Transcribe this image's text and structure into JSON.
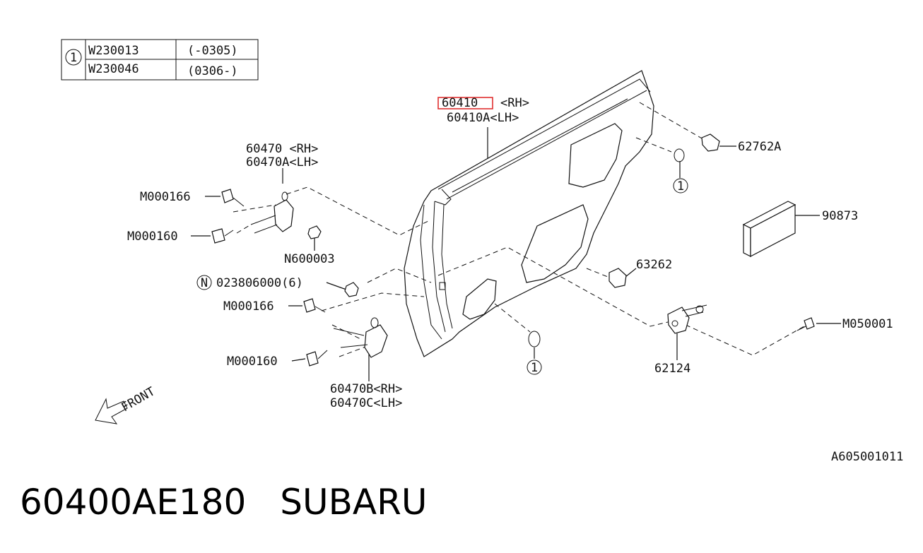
{
  "applicability_table": {
    "marker": "1",
    "rows": [
      {
        "code": "W230013",
        "range": "(-0305)"
      },
      {
        "code": "W230046",
        "range": "(0306-)"
      }
    ]
  },
  "callouts": {
    "door_panel_rh": "60410",
    "door_panel_rh_side": "<RH>",
    "door_panel_lh": "60410A<LH>",
    "hinge_upper_rh": "60470  <RH>",
    "hinge_upper_lh": "60470A<LH>",
    "bolt_upper_1": "M000166",
    "bolt_upper_2": "M000160",
    "nut_upper": "N600003",
    "nut_n_marker": "N",
    "nut_n": "023806000(6)",
    "bolt_lower_1": "M000166",
    "bolt_lower_2": "M000160",
    "hinge_lower_rh": "60470B<RH>",
    "hinge_lower_lh": "60470C<LH>",
    "clip_top": "62762A",
    "plug_marker_top": "1",
    "pad": "90873",
    "bumper": "63262",
    "plug_marker_bottom": "1",
    "striker": "62124",
    "screw": "M050001",
    "front_label": "FRONT"
  },
  "figure_id": "A605001011",
  "footer": {
    "part_number": "60400AE180",
    "brand": "SUBARU"
  },
  "colors": {
    "highlight": "#e03030",
    "line": "#111111"
  }
}
